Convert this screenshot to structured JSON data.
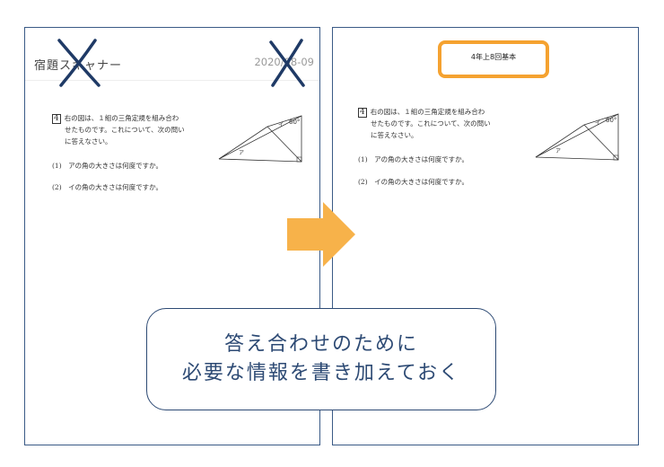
{
  "left": {
    "app_title": "宿題スキャナー",
    "app_date": "2020/08-09"
  },
  "right": {
    "label": "4年上8回基本"
  },
  "question": {
    "number": "4",
    "text_lines": [
      "右の図は、１組の三角定規を組み合わ",
      "せたものです。これについて、次の問い",
      "に答えなさい。"
    ],
    "sub1": "(1)　アの角の大きさは何度ですか。",
    "sub2": "(2)　イの角の大きさは何度ですか。",
    "figure": {
      "angle_label": "60°",
      "label_a": "ア",
      "label_i": "イ"
    }
  },
  "callout": {
    "line1": "答え合わせのために",
    "line2": "必要な情報を書き加えておく"
  },
  "colors": {
    "accent": "#f5a230",
    "border": "#2d4a74",
    "arrow": "#f7b24a",
    "cross": "#1f3a66"
  }
}
